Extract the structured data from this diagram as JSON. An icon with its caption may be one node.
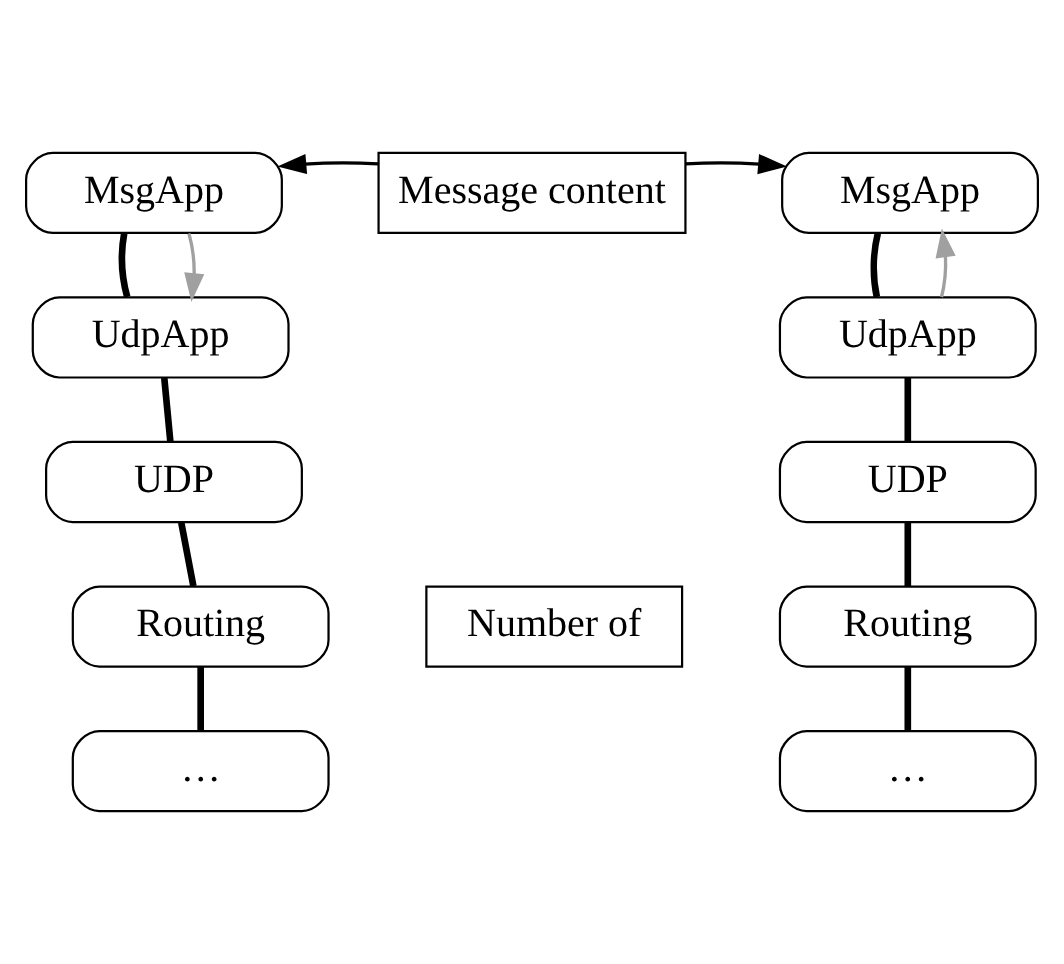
{
  "diagram": {
    "nodes": [
      {
        "text": [
          "MsgApp"
        ]
      },
      {
        "text": [
          "UdpApp"
        ]
      },
      {
        "text": [
          "UDP"
        ]
      },
      {
        "text": [
          "Routing"
        ]
      },
      {
        "text": [
          "…"
        ]
      },
      {
        "text": [
          "MsgApp"
        ]
      },
      {
        "text": [
          "UdpApp"
        ]
      },
      {
        "text": [
          "UDP"
        ]
      },
      {
        "text": [
          "Routing"
        ]
      },
      {
        "text": [
          "…"
        ]
      },
      {
        "text": [
          "Message content"
        ]
      },
      {
        "text": [
          "Number of"
        ]
      }
    ],
    "edges": [
      {
        "from": 0,
        "to": 1,
        "arrow": "none"
      },
      {
        "from": 1,
        "to": 2,
        "arrow": "none"
      },
      {
        "from": 2,
        "to": 3,
        "arrow": "none"
      },
      {
        "from": 3,
        "to": 4,
        "arrow": "none"
      },
      {
        "from": 5,
        "to": 6,
        "arrow": "none"
      },
      {
        "from": 6,
        "to": 7,
        "arrow": "none"
      },
      {
        "from": 7,
        "to": 8,
        "arrow": "none"
      },
      {
        "from": 8,
        "to": 9,
        "arrow": "none"
      },
      {
        "from": 0,
        "to": 1,
        "arrow": "to",
        "color": "#a0a0a0"
      },
      {
        "from": 6,
        "to": 5,
        "arrow": "to",
        "color": "#a0a0a0"
      },
      {
        "from": 10,
        "to": 0,
        "arrow": "to"
      },
      {
        "from": 10,
        "to": 5,
        "arrow": "to"
      }
    ]
  }
}
